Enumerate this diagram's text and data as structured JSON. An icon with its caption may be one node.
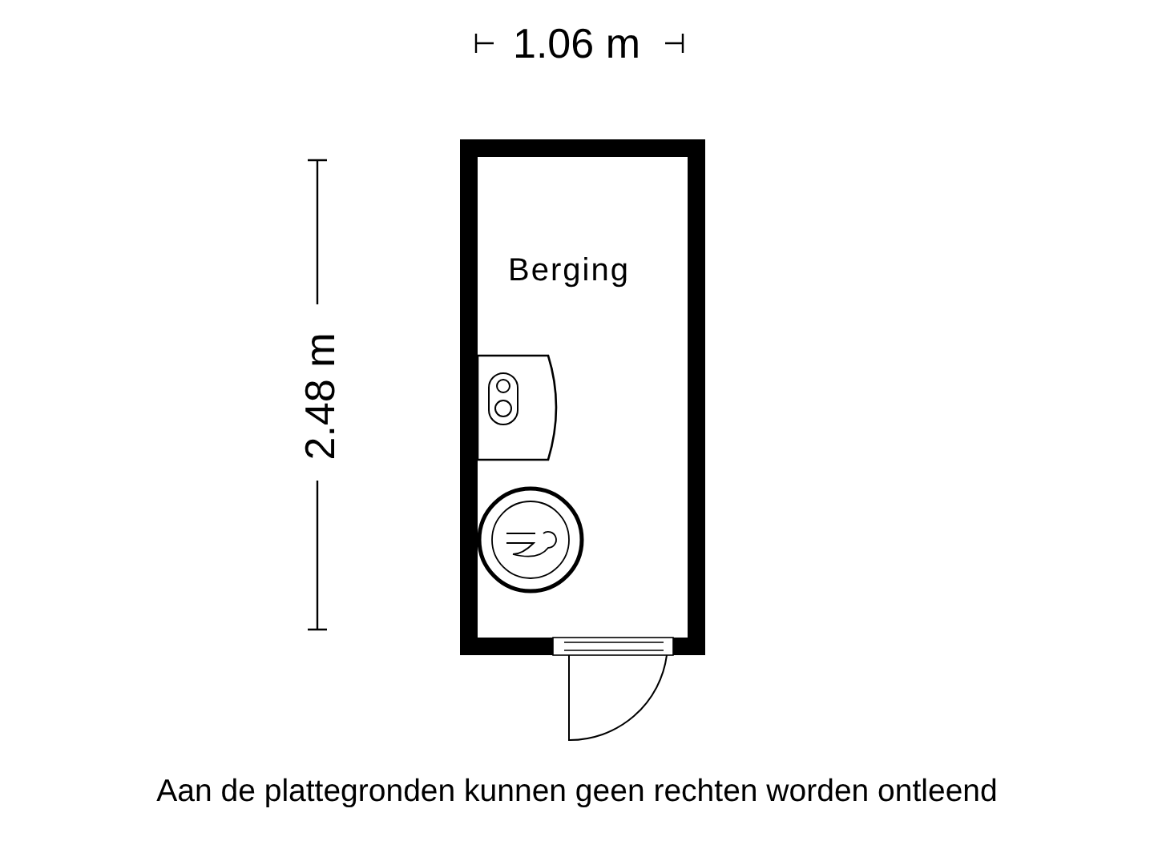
{
  "diagram": {
    "labels": [
      "1.06 m",
      "2.48 m",
      "Berging",
      "Aan de plattegronden kunnen geen rechten worden ontleend"
    ]
  }
}
